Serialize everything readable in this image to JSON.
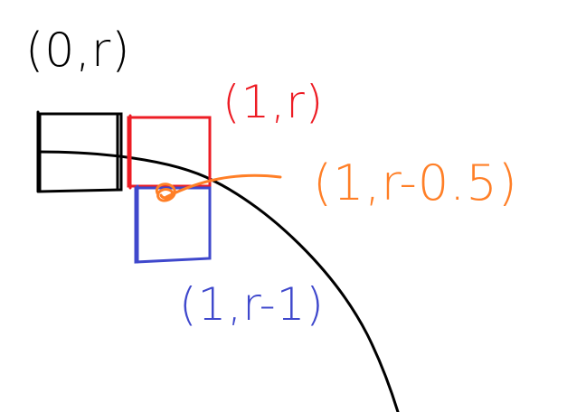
{
  "labels": {
    "cell_0_r": "(0,r)",
    "cell_1_r": "(1,r)",
    "midpoint": "(1,r-0.5)",
    "cell_1_r_minus_1": "(1,r-1)"
  },
  "colors": {
    "black": "#000000",
    "red": "#ed1c24",
    "orange": "#ff7f27",
    "blue": "#3f48cc"
  }
}
